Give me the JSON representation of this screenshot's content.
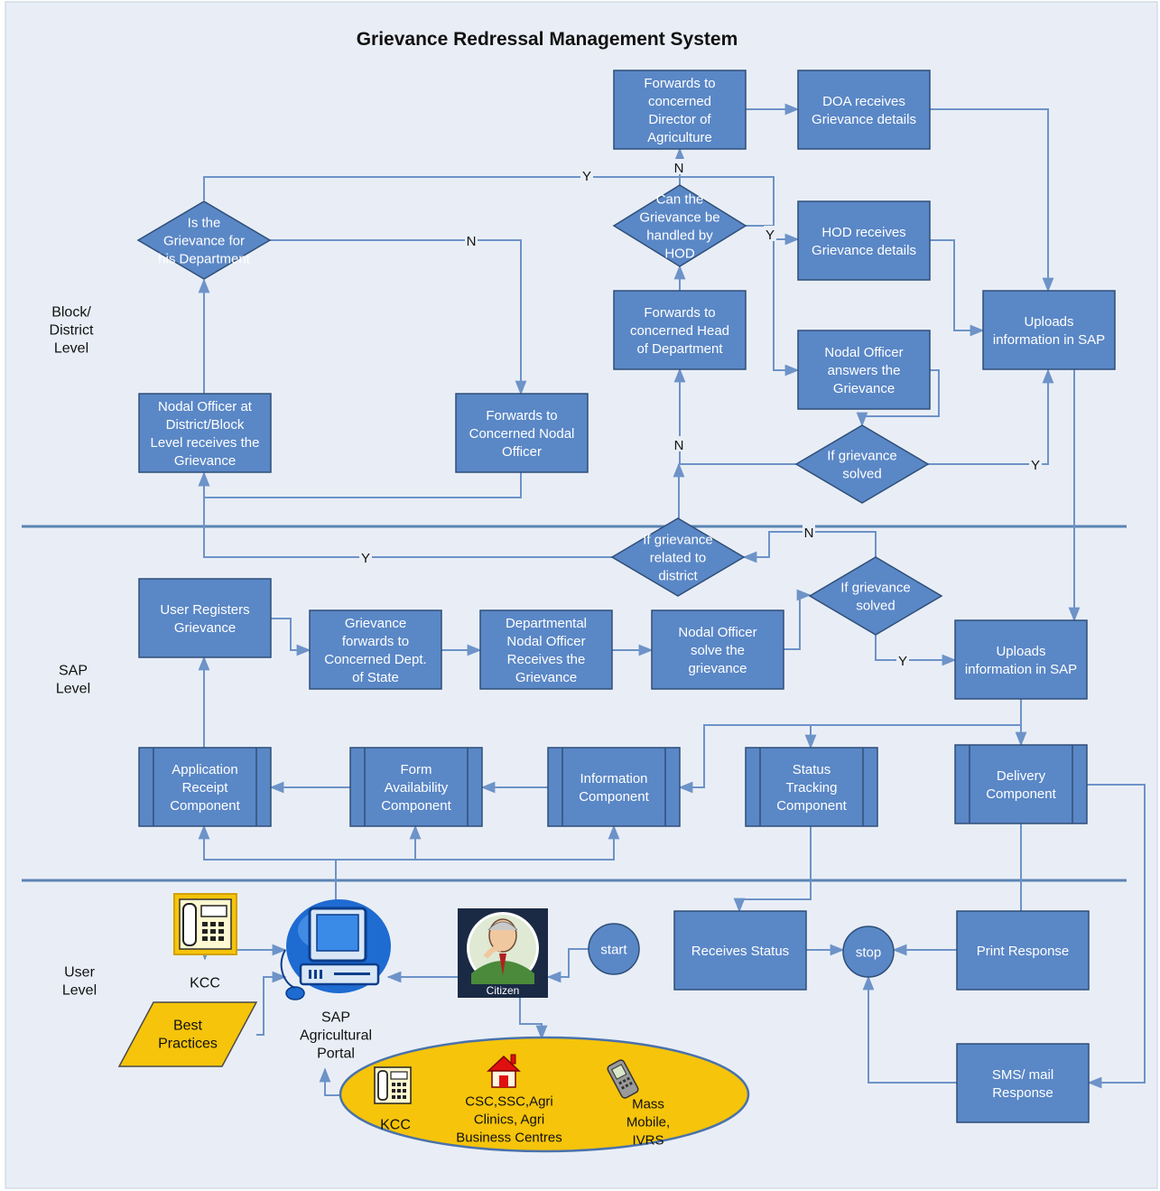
{
  "title": "Grievance Redressal Management System",
  "levels": {
    "block": [
      "Block/",
      "District",
      "Level"
    ],
    "sap": [
      "SAP",
      "Level"
    ],
    "user": [
      "User",
      "Level"
    ]
  },
  "boxes": {
    "fwd_doa": [
      "Forwards to",
      "concerned",
      "Director of",
      "Agriculture"
    ],
    "doa_receives": [
      "DOA receives",
      "Grievance details"
    ],
    "hod_receives": [
      "HOD receives",
      "Grievance details"
    ],
    "uploads_sap_top": [
      "Uploads",
      "information in SAP"
    ],
    "fwd_hod": [
      "Forwards to",
      "concerned Head",
      "of Department"
    ],
    "nodal_answers": [
      "Nodal Officer",
      "answers the",
      "Grievance"
    ],
    "nodal_district": [
      "Nodal Officer at",
      "District/Block",
      "Level receives the",
      "Grievance"
    ],
    "fwd_nodal": [
      "Forwards to",
      "Concerned Nodal",
      "Officer"
    ],
    "user_registers": [
      "User Registers",
      "Grievance"
    ],
    "grv_forwards_state": [
      "Grievance",
      "forwards to",
      "Concerned Dept.",
      "of State"
    ],
    "dept_nodal_receives": [
      "Departmental",
      "Nodal Officer",
      "Receives the",
      "Grievance"
    ],
    "nodal_solve": [
      "Nodal Officer",
      "solve the",
      "grievance"
    ],
    "uploads_sap_mid": [
      "Uploads",
      "information in SAP"
    ],
    "receives_status": [
      "Receives Status"
    ],
    "print_response": [
      "Print Response"
    ],
    "sms_response": [
      "SMS/ mail",
      "Response"
    ]
  },
  "components": {
    "app_receipt": [
      "Application",
      "Receipt",
      "Component"
    ],
    "form_avail": [
      "Form",
      "Availability",
      "Component"
    ],
    "information": [
      "Information",
      "Component"
    ],
    "status_tracking": [
      "Status",
      "Tracking",
      "Component"
    ],
    "delivery": [
      "Delivery",
      "Component"
    ]
  },
  "decisions": {
    "is_dept": [
      "Is the",
      "Grievance for",
      "his Department"
    ],
    "can_hod": [
      "Can the",
      "Grievance be",
      "handled by",
      "HOD"
    ],
    "solved_top": [
      "If grievance",
      "solved"
    ],
    "related_district": [
      "If grievance",
      "related to",
      "district"
    ],
    "solved_mid": [
      "If grievance",
      "solved"
    ]
  },
  "terminals": {
    "start": "start",
    "stop": "stop"
  },
  "user_items": {
    "kcc_top": "KCC",
    "best_practices": [
      "Best",
      "Practices"
    ],
    "portal": [
      "SAP",
      "Agricultural",
      "Portal"
    ],
    "citizen": "Citizen",
    "kcc_bottom": "KCC",
    "csc": [
      "CSC,SSC,Agri",
      "Clinics, Agri",
      "Business Centres"
    ],
    "mass": [
      "Mass",
      "Mobile,",
      "IVRS"
    ]
  },
  "edge_labels": {
    "yes": "Y",
    "no": "N"
  },
  "colors": {
    "box_fill": "#5a87c6",
    "box_stroke": "#2f4f78",
    "arrow": "#6d93c8",
    "divider": "#5a84b4",
    "ellipse_fill": "#f6c40a",
    "background": "#e9eef6"
  }
}
